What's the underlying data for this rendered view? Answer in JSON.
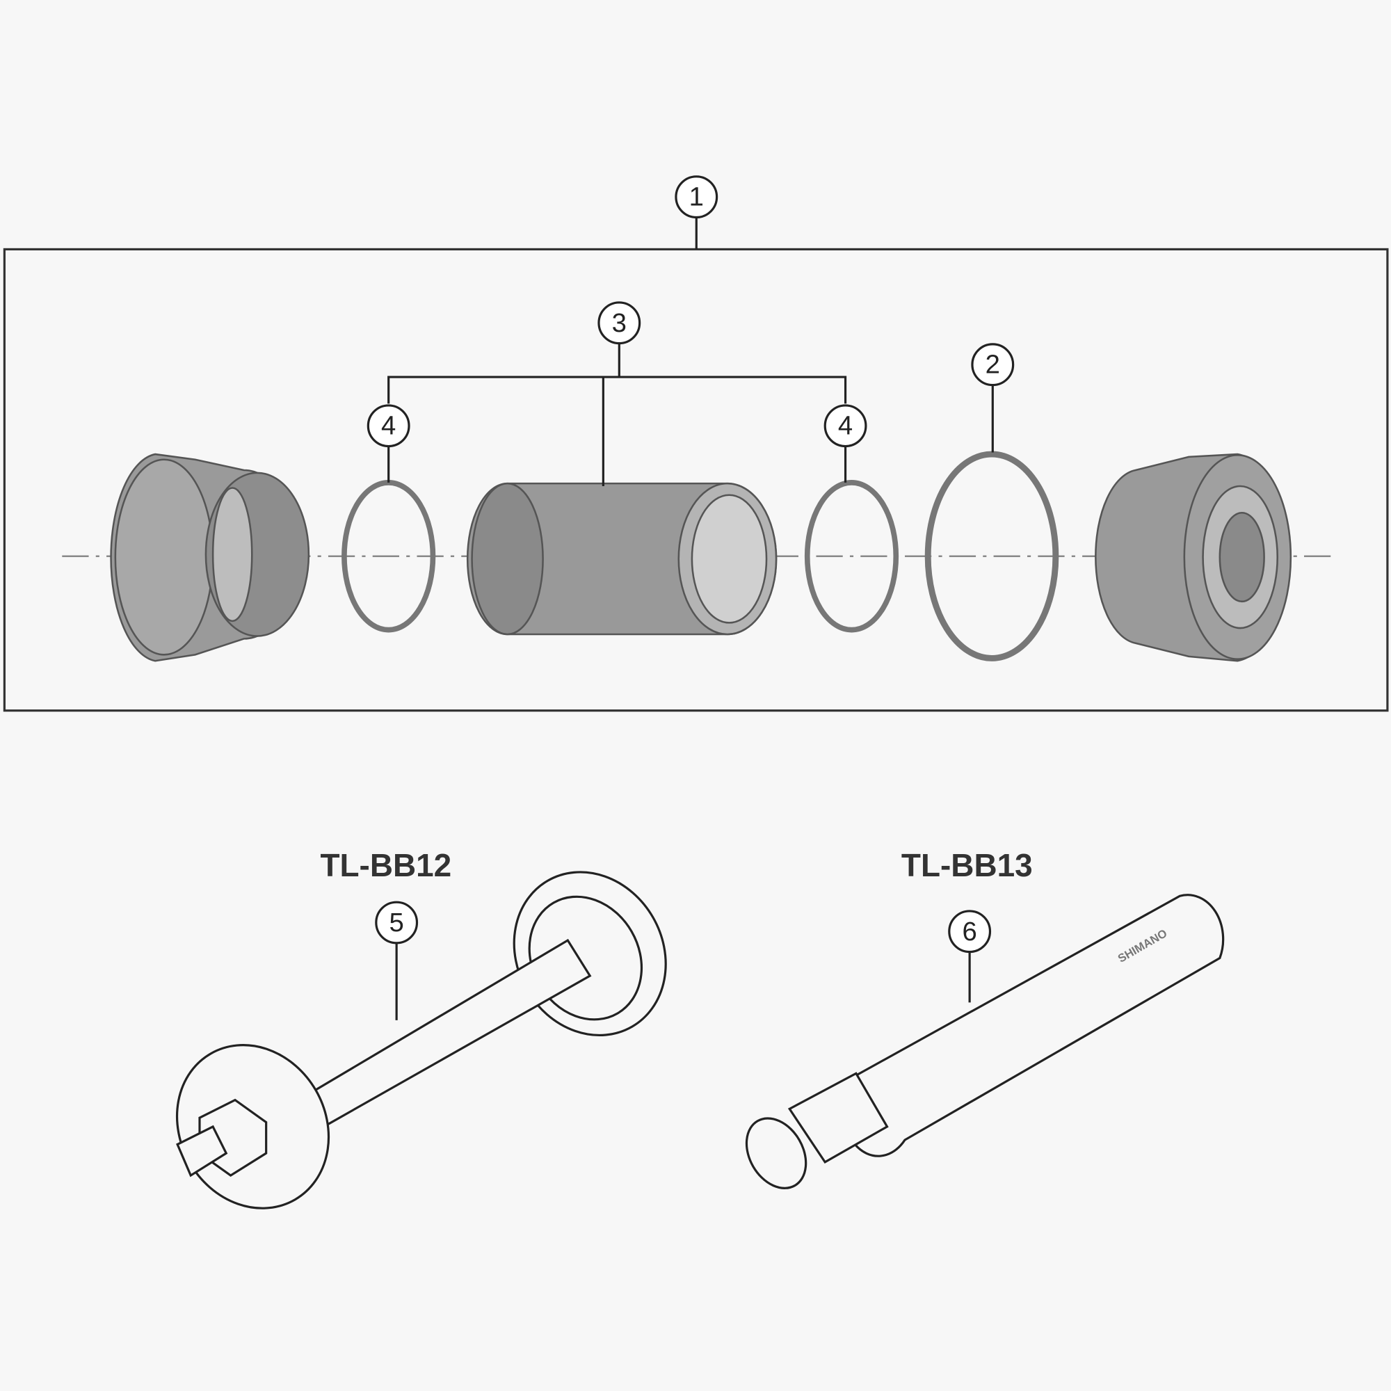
{
  "callouts": {
    "c1": "1",
    "c2": "2",
    "c3": "3",
    "c4a": "4",
    "c4b": "4",
    "c5": "5",
    "c6": "6"
  },
  "tools": [
    {
      "label": "TL-BB12",
      "callout": "5"
    },
    {
      "label": "TL-BB13",
      "callout": "6",
      "logo_text": "SHIMANO"
    }
  ],
  "colors": {
    "part_fill": "#9a9a9a",
    "part_dark": "#7d7d7d",
    "line": "#222222",
    "background": "#f7f7f7"
  }
}
